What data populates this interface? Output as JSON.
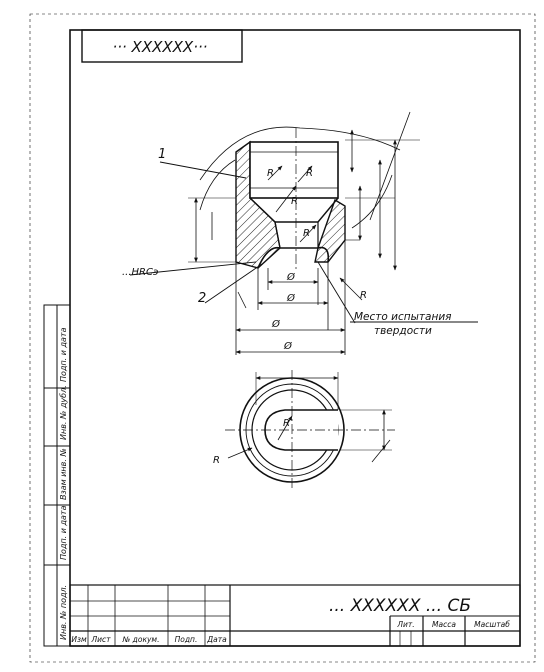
{
  "drawing": {
    "corner_stamp": "··· XXXXXX···",
    "title_code": "... XXXXXX ... СБ",
    "callouts": {
      "part_1": "1",
      "part_2": "2",
      "hardness": "...HRCэ",
      "test_place_line1": "Место испытания",
      "test_place_line2": "твердости"
    },
    "radius_label": "R",
    "diameter_label": "Ø",
    "side_stamp": {
      "fields": [
        "Подп. и дата",
        "Взам инв. №",
        "Инв. № дубл.",
        "Подп. и дата",
        "Инв. № подл."
      ]
    },
    "title_block": {
      "columns": [
        "Изм",
        "Лист",
        "№ докум.",
        "Подп.",
        "Дата"
      ],
      "right_headers": [
        "Лит.",
        "Масса",
        "Масштаб"
      ]
    }
  }
}
